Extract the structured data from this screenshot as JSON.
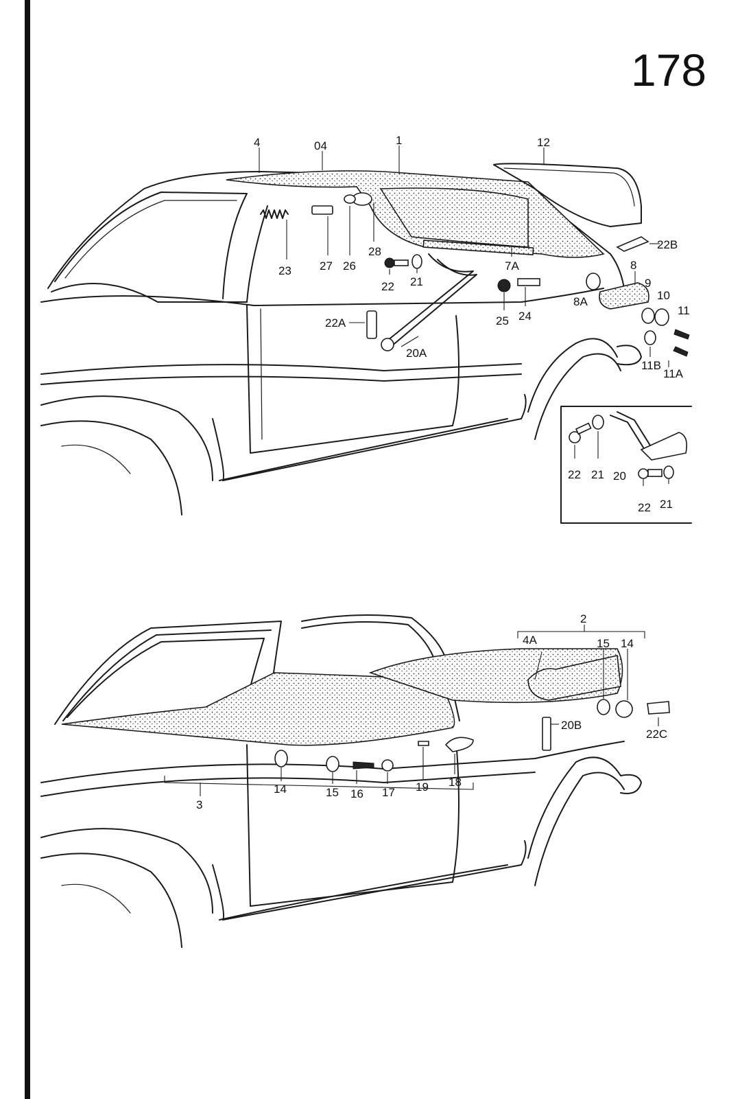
{
  "page": {
    "number": "178"
  },
  "top_view": {
    "callouts": [
      "4",
      "04",
      "1",
      "12",
      "22B",
      "23",
      "27",
      "26",
      "28",
      "7A",
      "8",
      "22",
      "21",
      "8A",
      "9",
      "10",
      "11",
      "25",
      "24",
      "22A",
      "20A",
      "11B",
      "11A"
    ]
  },
  "inset": {
    "callouts": [
      "22",
      "21",
      "20",
      "22",
      "21"
    ]
  },
  "bottom_view": {
    "callouts": [
      "2",
      "4A",
      "15",
      "14",
      "22C",
      "20B",
      "14",
      "15",
      "16",
      "17",
      "19",
      "18",
      "3"
    ]
  }
}
